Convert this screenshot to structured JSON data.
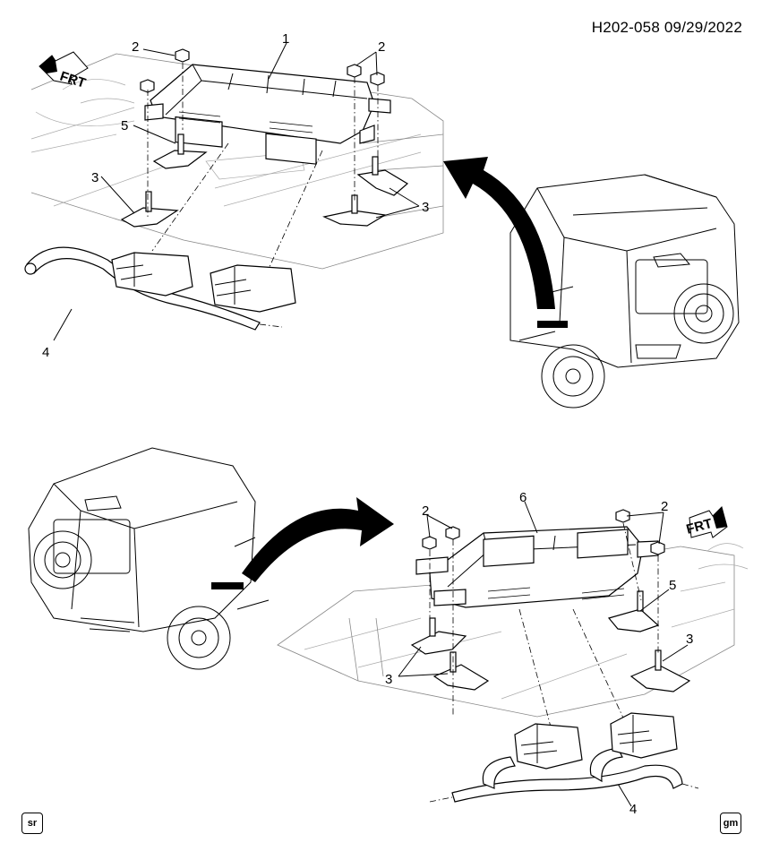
{
  "header": {
    "code": "H202-058  09/29/2022"
  },
  "top_view": {
    "callouts": {
      "c1": "1",
      "c2a": "2",
      "c2b": "2",
      "c3a": "3",
      "c3b": "3",
      "c4": "4",
      "c5": "5"
    },
    "front_label": "FRT"
  },
  "bottom_view": {
    "callouts": {
      "c6": "6",
      "c2a": "2",
      "c2b": "2",
      "c3a": "3",
      "c3b": "3",
      "c4": "4",
      "c5": "5"
    },
    "front_label": "FRT"
  },
  "logos": {
    "left": "sr",
    "right": "gm"
  }
}
